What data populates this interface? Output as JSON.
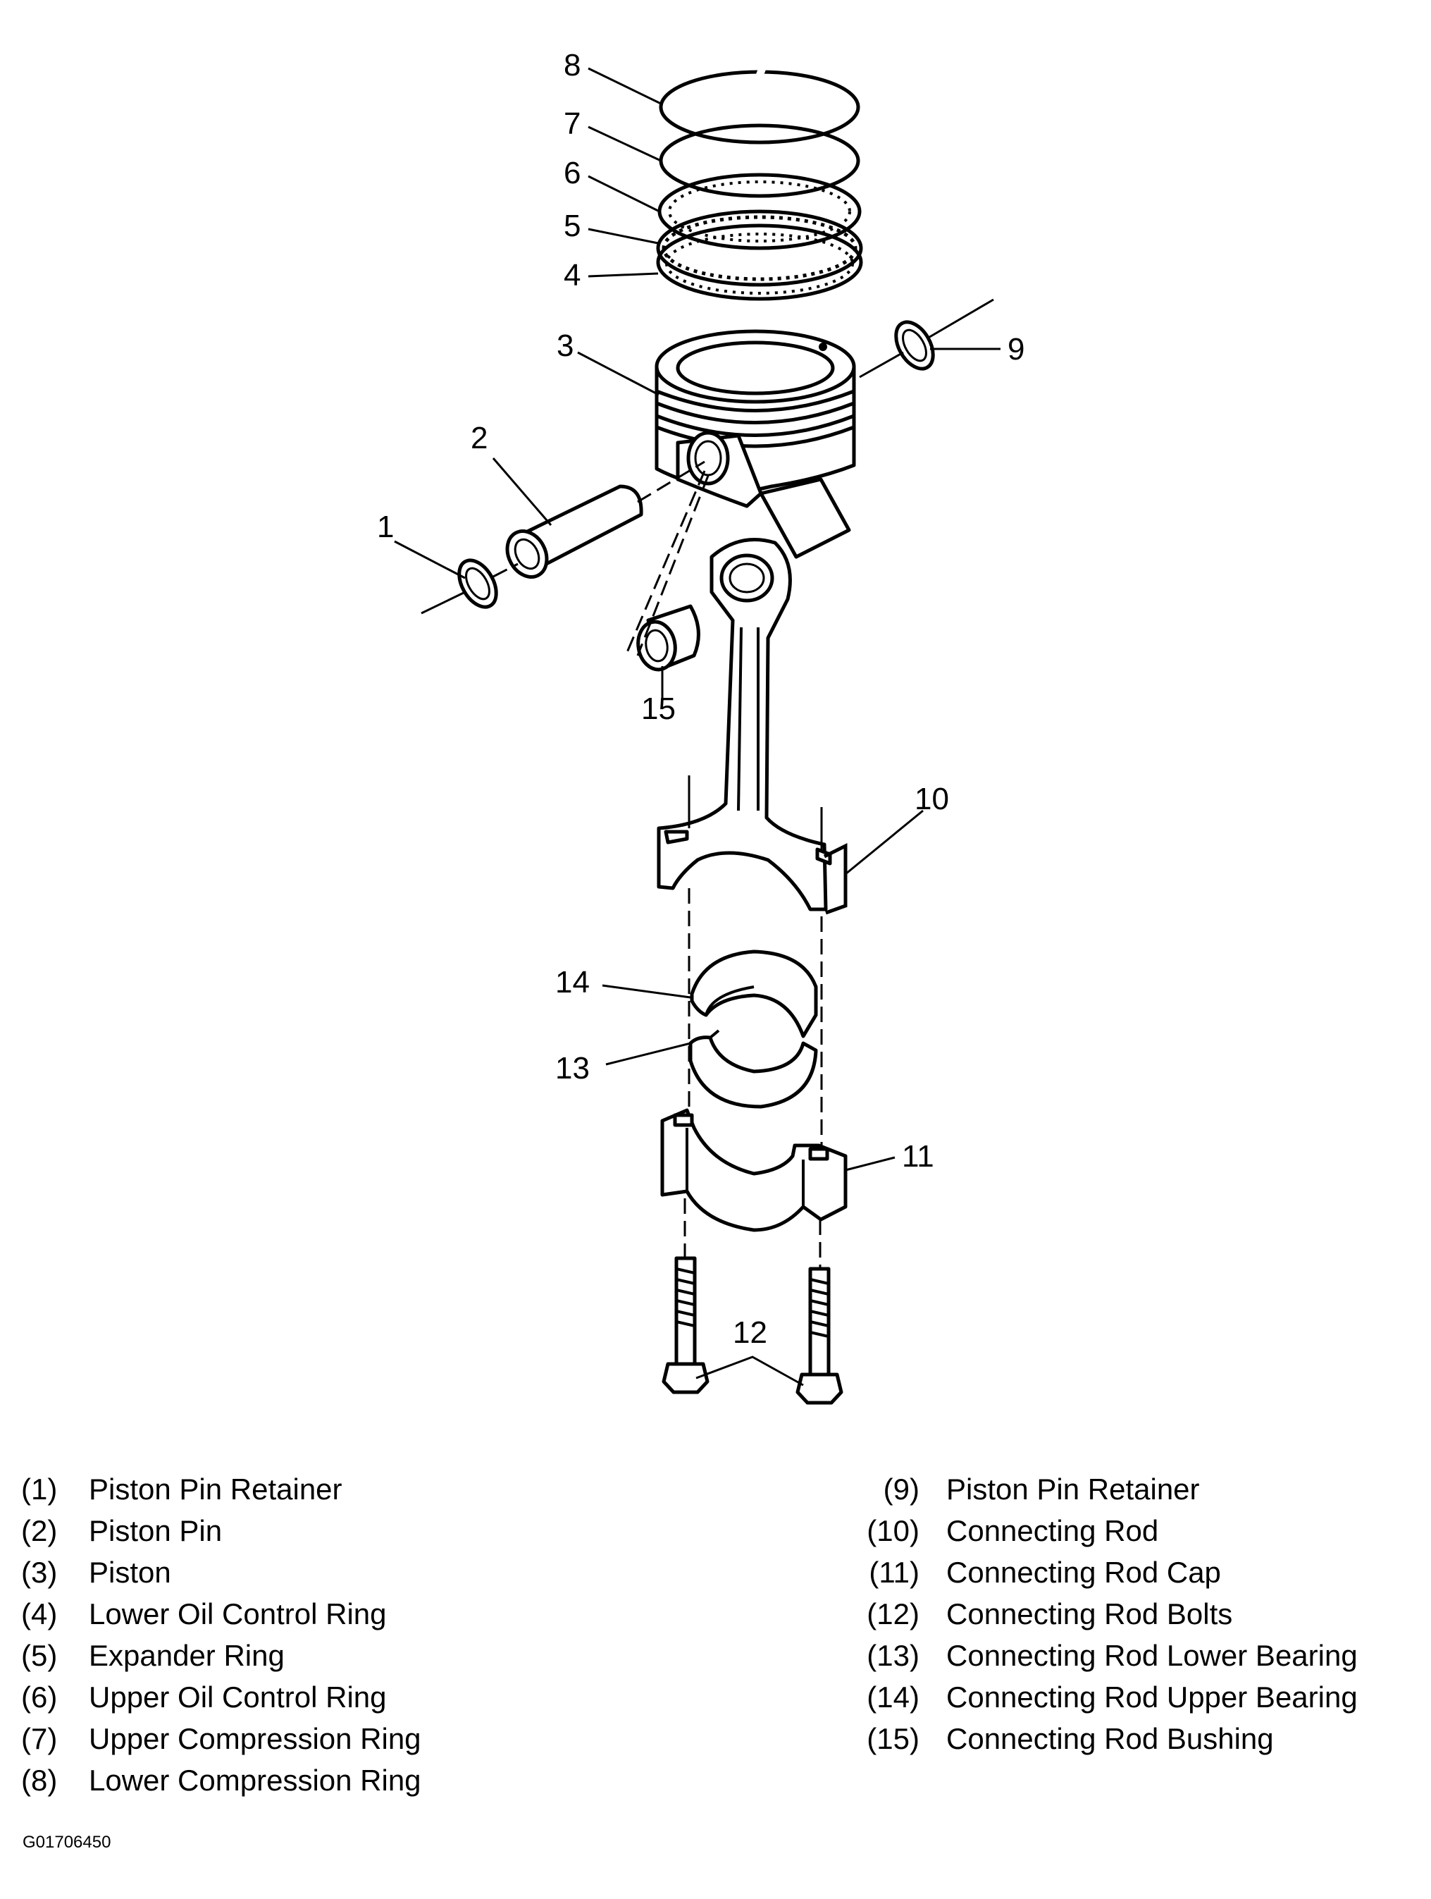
{
  "callouts": [
    "1",
    "2",
    "3",
    "4",
    "5",
    "6",
    "7",
    "8",
    "9",
    "10",
    "11",
    "12",
    "13",
    "14",
    "15"
  ],
  "legend_left": [
    {
      "num": "(1)",
      "label": "Piston Pin Retainer"
    },
    {
      "num": "(2)",
      "label": "Piston Pin"
    },
    {
      "num": "(3)",
      "label": "Piston"
    },
    {
      "num": "(4)",
      "label": "Lower Oil Control Ring"
    },
    {
      "num": "(5)",
      "label": "Expander Ring"
    },
    {
      "num": "(6)",
      "label": "Upper Oil Control Ring"
    },
    {
      "num": "(7)",
      "label": "Upper Compression Ring"
    },
    {
      "num": "(8)",
      "label": "Lower Compression Ring"
    }
  ],
  "legend_right": [
    {
      "num": "(9)",
      "label": "Piston Pin Retainer"
    },
    {
      "num": "(10)",
      "label": "Connecting Rod"
    },
    {
      "num": "(11)",
      "label": "Connecting Rod Cap"
    },
    {
      "num": "(12)",
      "label": "Connecting Rod Bolts"
    },
    {
      "num": "(13)",
      "label": "Connecting Rod Lower Bearing"
    },
    {
      "num": "(14)",
      "label": "Connecting Rod Upper Bearing"
    },
    {
      "num": "(15)",
      "label": "Connecting Rod Bushing"
    }
  ],
  "figure_code": "G01706450"
}
